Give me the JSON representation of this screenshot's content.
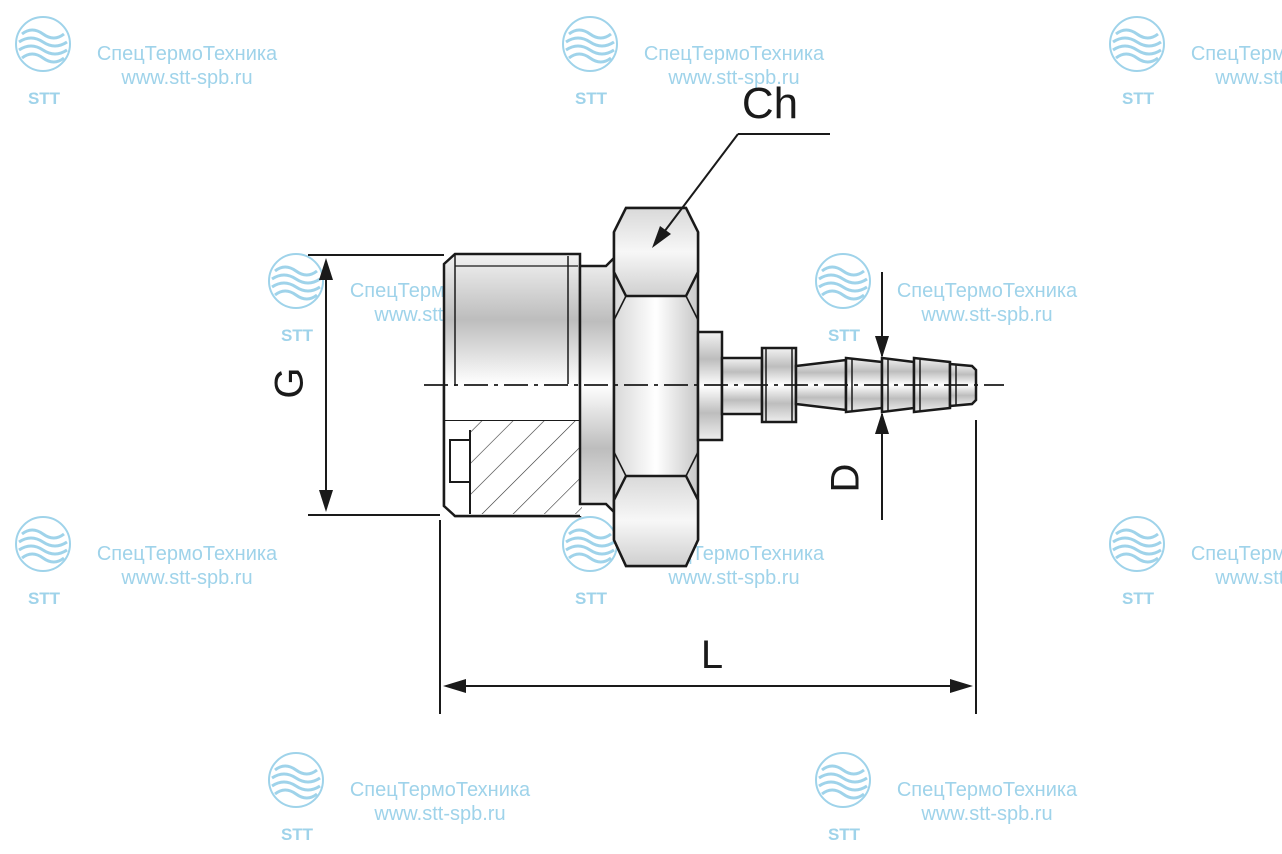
{
  "watermark": {
    "brand": "СпецТермоТехника",
    "site": "www.stt-spb.ru",
    "logo_text": "STT",
    "color": "#9fd3ea"
  },
  "dimensions": {
    "hex_label": "Ch",
    "thread_label": "G",
    "hose_label": "D",
    "length_label": "L"
  },
  "icons": {
    "logo": "stt-wave-logo-icon"
  }
}
